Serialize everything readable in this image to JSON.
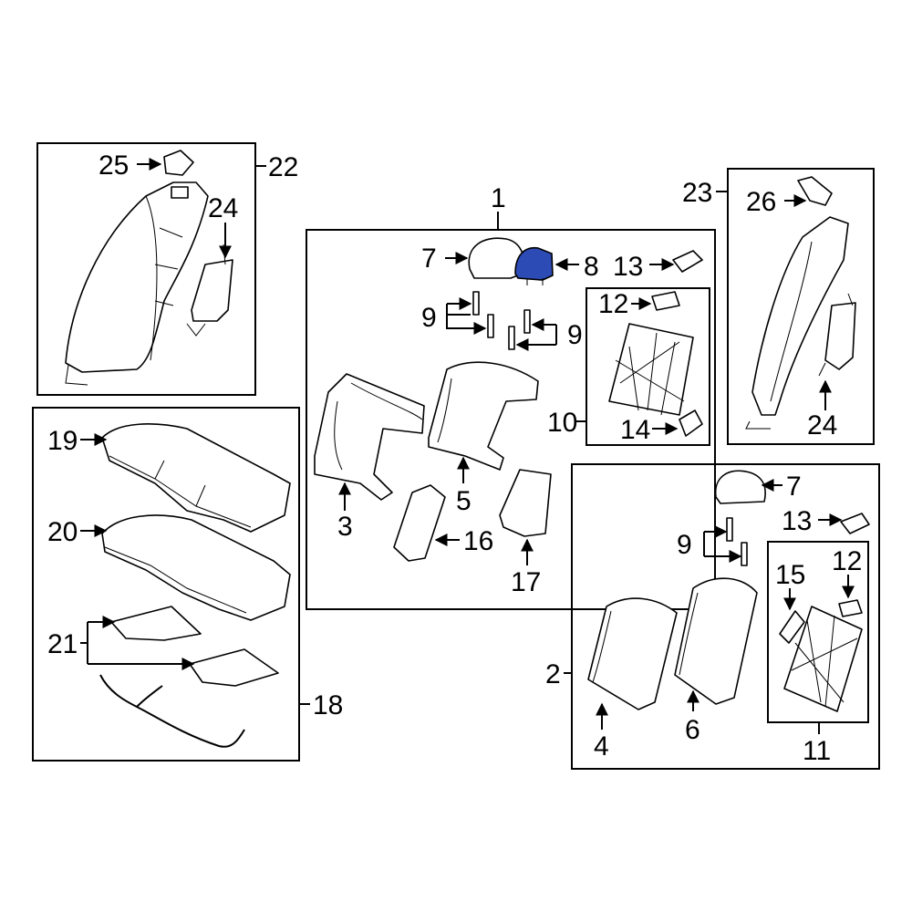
{
  "callouts": {
    "c1": "1",
    "c2": "2",
    "c3": "3",
    "c4": "4",
    "c5": "5",
    "c6": "6",
    "c7a": "7",
    "c7b": "7",
    "c8": "8",
    "c9a": "9",
    "c9b": "9",
    "c9c": "9",
    "c10": "10",
    "c11": "11",
    "c12a": "12",
    "c12b": "12",
    "c13a": "13",
    "c13b": "13",
    "c14": "14",
    "c15": "15",
    "c16": "16",
    "c17": "17",
    "c18": "18",
    "c19": "19",
    "c20": "20",
    "c21": "21",
    "c22": "22",
    "c23": "23",
    "c24a": "24",
    "c24b": "24",
    "c25": "25",
    "c26": "26"
  },
  "colors": {
    "highlight": "#2d4bb5",
    "line": "#000000",
    "background": "#ffffff"
  },
  "highlighted_part": "8"
}
